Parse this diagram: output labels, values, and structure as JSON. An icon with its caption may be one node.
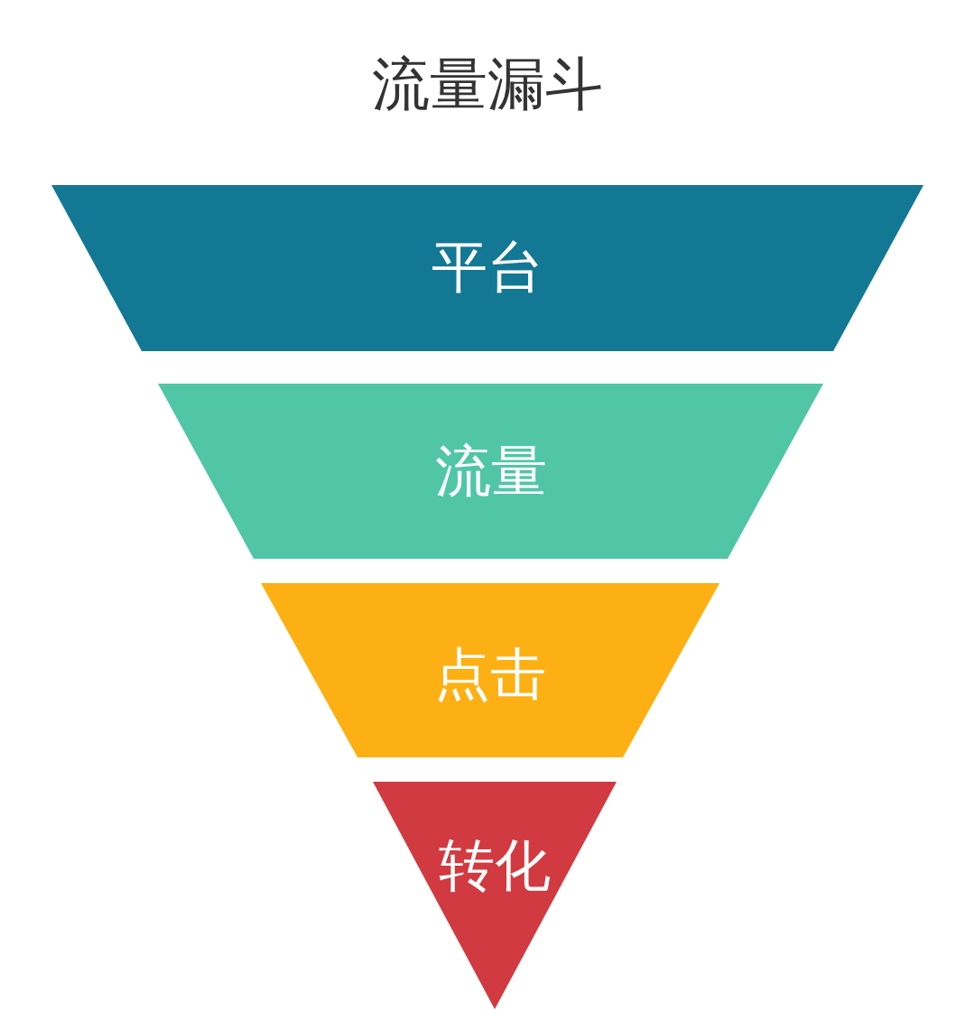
{
  "diagram": {
    "title": "流量漏斗",
    "nodes": [
      {
        "text": [
          "平台"
        ]
      },
      {
        "text": [
          "流量"
        ]
      },
      {
        "text": [
          "点击"
        ]
      },
      {
        "text": [
          "转化"
        ]
      }
    ]
  }
}
